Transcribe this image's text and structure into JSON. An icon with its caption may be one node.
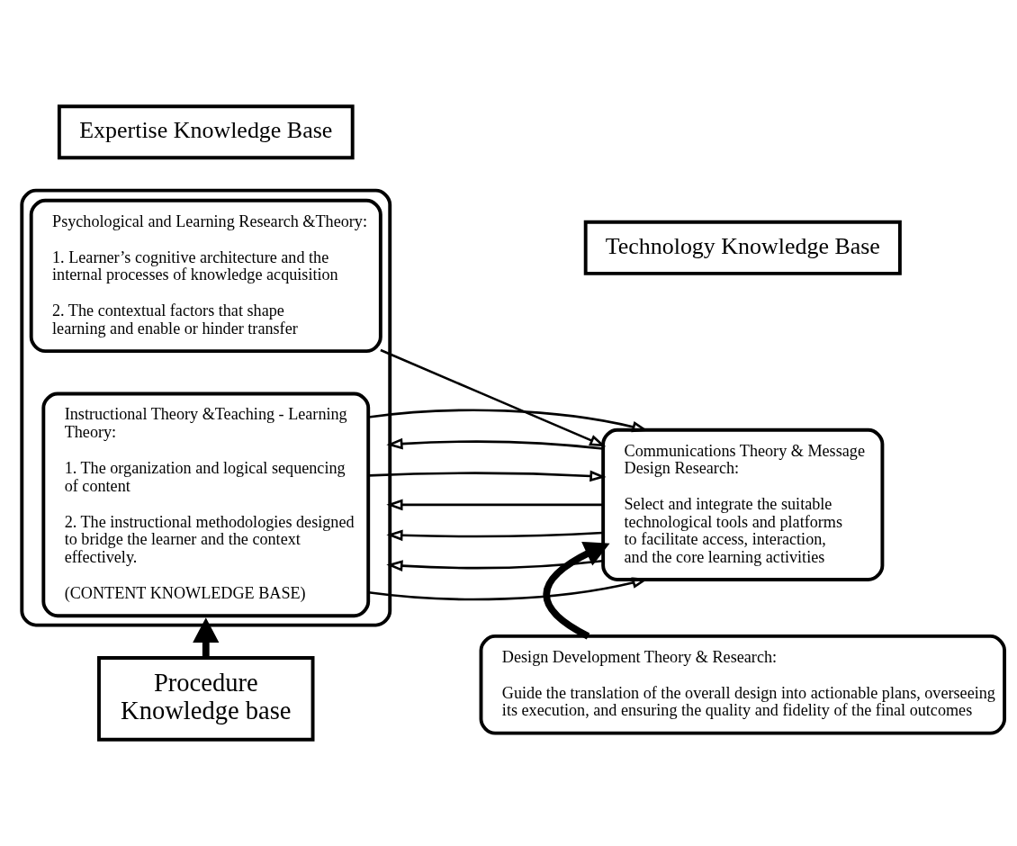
{
  "diagram": {
    "nodes": [
      {
        "text": [
          "Expertise Knowledge Base"
        ]
      },
      {
        "text": [
          "Technology Knowledge Base"
        ]
      },
      {
        "text": [],
        "shape": "box"
      },
      {
        "text": [
          "Psychological and Learning Research &Theory:",
          "1. Learner’s cognitive architecture and the internal processes of knowledge acquisition",
          "2. The contextual factors that shape learning and enable or hinder transfer"
        ],
        "in": 2
      },
      {
        "text": [
          "Instructional Theory &Teaching - Learning Theory:",
          "1. The organization and logical sequencing of content",
          "2. The instructional methodologies designed to bridge the learner and the context effectively.",
          "(CONTENT KNOWLEDGE BASE)"
        ],
        "in": 2
      },
      {
        "text": [
          "Communications Theory & Message Design Research:",
          "Select and integrate the suitable technological tools and platforms to facilitate access, interaction, and the core learning activities"
        ]
      },
      {
        "text": [
          "Procedure Knowledge base"
        ]
      },
      {
        "text": [
          "Design Development Theory & Research:",
          "Guide the translation of the overall design into actionable plans, overseeing its execution, and ensuring the quality and fidelity of the final outcomes"
        ]
      }
    ],
    "edges": [
      {
        "from": 5,
        "to": 2,
        "arrow": "to"
      },
      {
        "from": 3,
        "to": 5,
        "arrow": "to"
      },
      {
        "from": 5,
        "to": 2,
        "arrow": "to"
      },
      {
        "from": 4,
        "to": 5,
        "arrow": "to"
      },
      {
        "from": 5,
        "to": 2,
        "arrow": "to"
      },
      {
        "from": 4,
        "to": 5,
        "arrow": "to"
      },
      {
        "from": 5,
        "to": 2,
        "arrow": "to"
      },
      {
        "from": 4,
        "to": 5,
        "arrow": "to"
      },
      {
        "from": 6,
        "to": 2,
        "arrow": "to",
        "style": "thick"
      },
      {
        "from": 7,
        "to": 5,
        "arrow": "to",
        "style": "thick"
      }
    ]
  }
}
